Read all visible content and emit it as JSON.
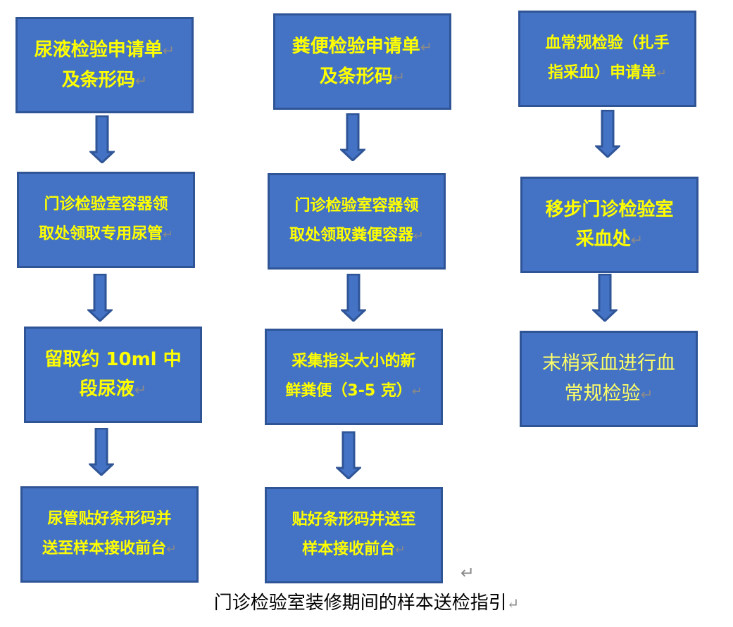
{
  "colors": {
    "box_fill": "#4472C4",
    "box_border": "#2F5597",
    "text": "#FFFF00"
  },
  "return_mark": "↵",
  "columns": [
    {
      "steps": [
        {
          "lines": [
            "尿液检验申请单",
            "及条形码"
          ]
        },
        {
          "lines": [
            "门诊检验室容器领",
            "取处领取专用尿管"
          ]
        },
        {
          "lines": [
            "留取约 10ml 中",
            "段尿液"
          ]
        },
        {
          "lines": [
            "尿管贴好条形码并",
            "送至样本接收前台"
          ]
        }
      ]
    },
    {
      "steps": [
        {
          "lines": [
            "粪便检验申请单",
            "及条形码"
          ]
        },
        {
          "lines": [
            "门诊检验室容器领",
            "取处领取粪便容器"
          ]
        },
        {
          "lines": [
            "采集指头大小的新",
            "鲜粪便（3-5 克）"
          ]
        },
        {
          "lines": [
            "贴好条形码并送至",
            "样本接收前台"
          ]
        }
      ]
    },
    {
      "steps": [
        {
          "lines": [
            "血常规检验（扎手",
            "指采血）申请单"
          ]
        },
        {
          "lines": [
            "移步门诊检验室",
            "采血处"
          ]
        },
        {
          "lines": [
            "末梢采血进行血",
            "常规检验"
          ]
        }
      ]
    }
  ],
  "caption": "门诊检验室装修期间的样本送检指引"
}
